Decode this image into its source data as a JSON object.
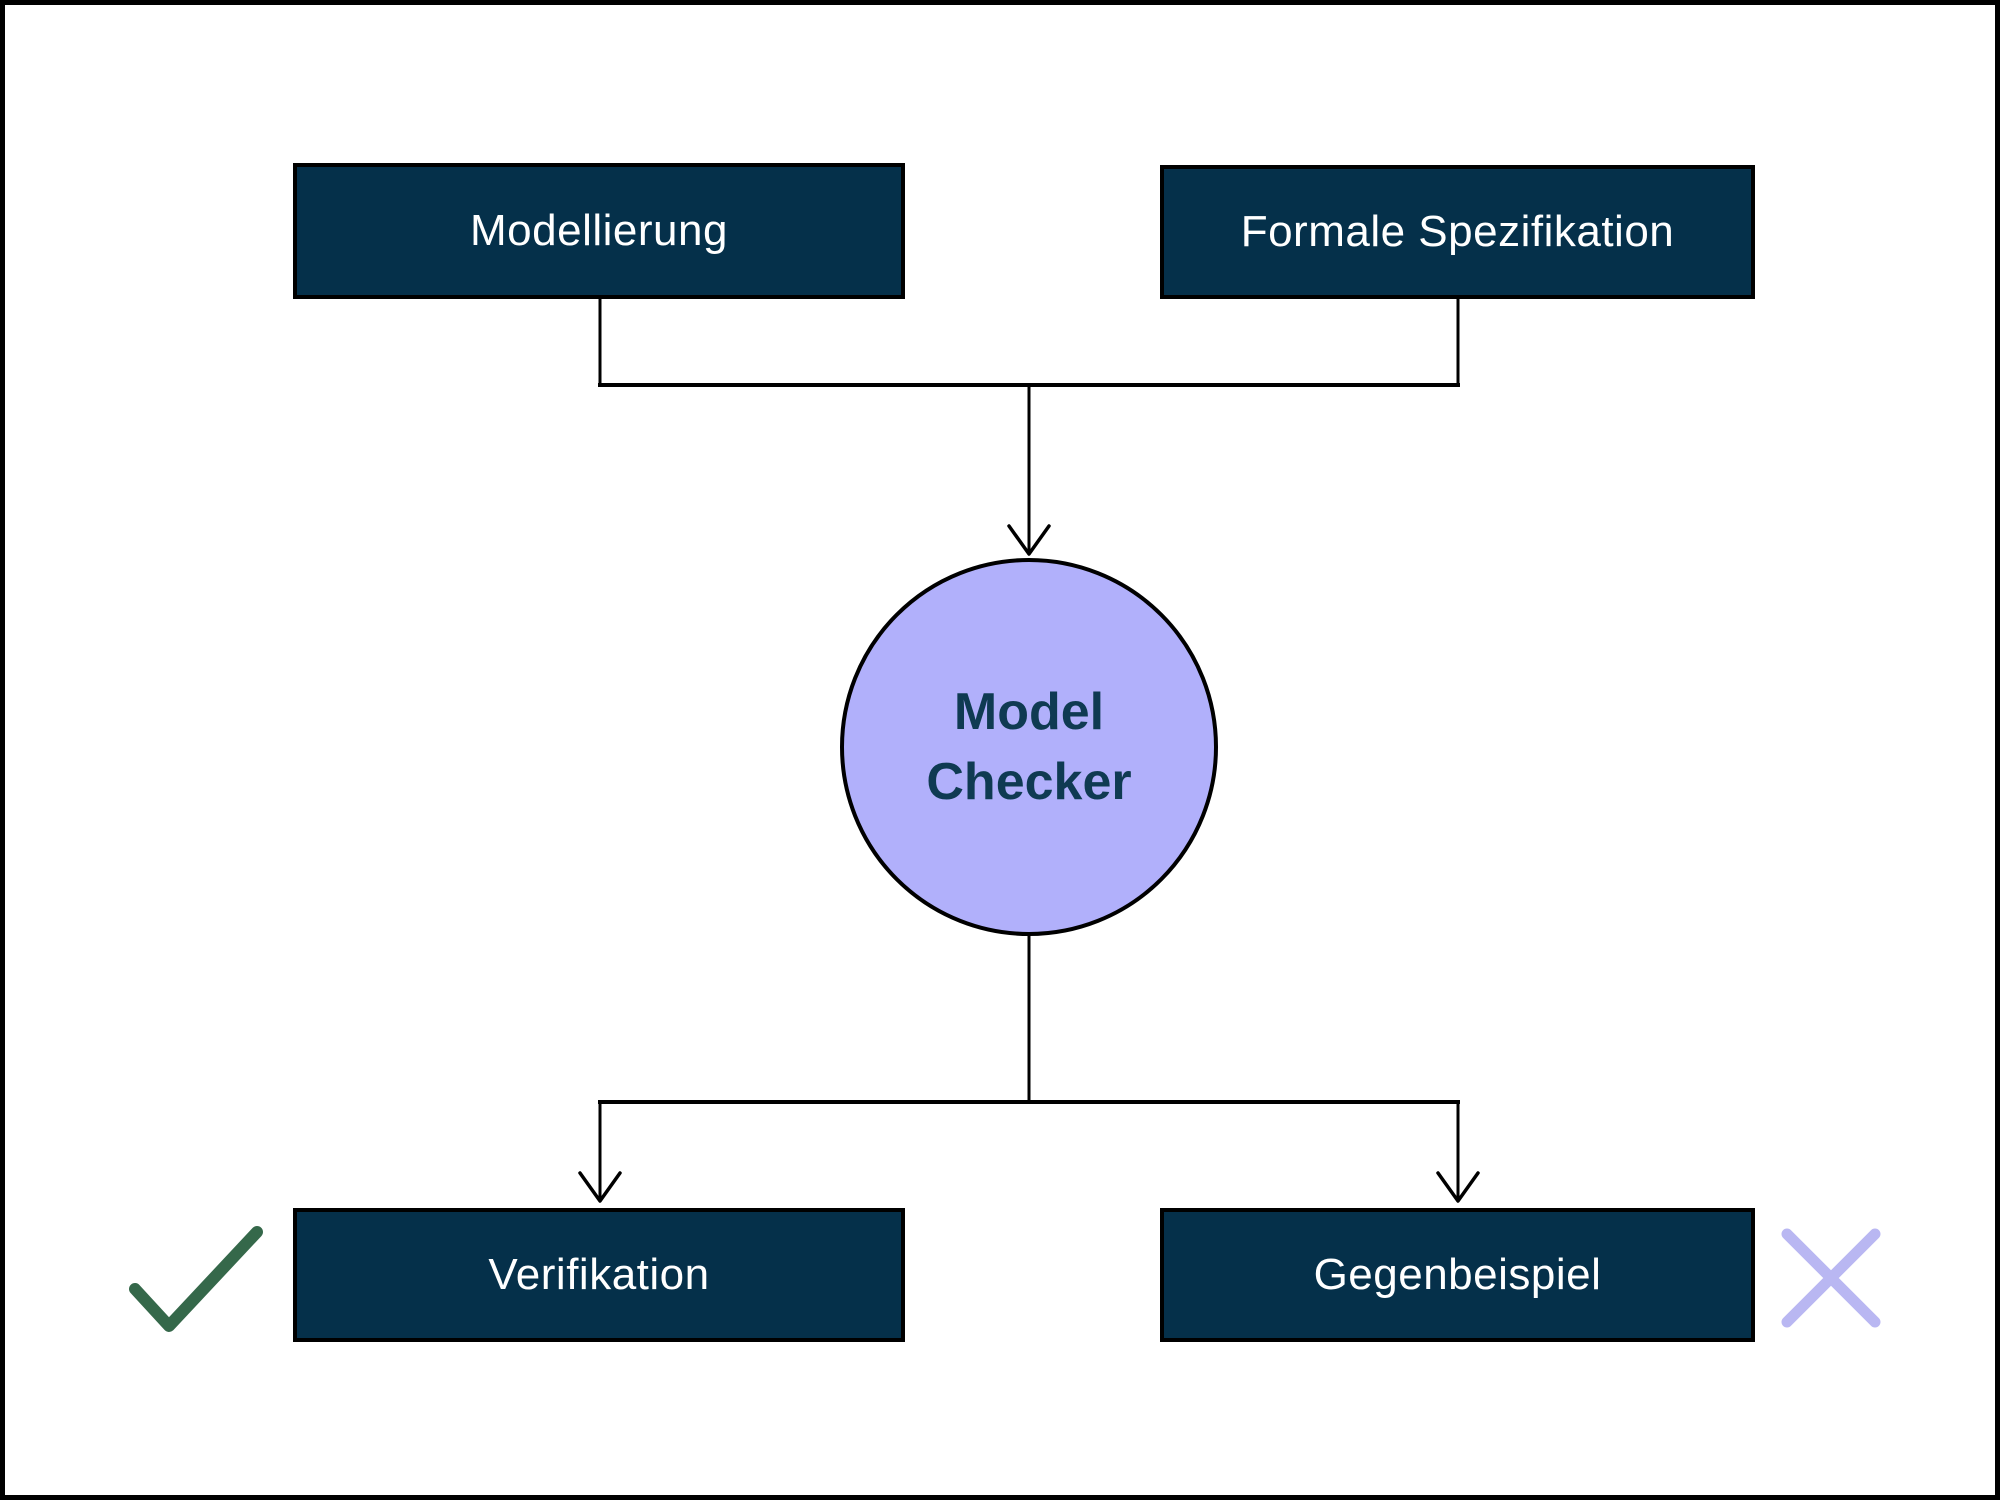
{
  "colors": {
    "background": "#ffffff",
    "frame": "#000000",
    "connector": "#000000",
    "node_fill": "#05304a",
    "node_border": "#000000",
    "node_text": "#ffffff",
    "circle_fill": "#b1b0fb",
    "circle_text": "#0f3a52",
    "check_green": "#35684a",
    "cross_lavender": "#b9b7f2"
  },
  "diagram": {
    "nodes": {
      "modellierung": {
        "label": "Modellierung"
      },
      "formale_spezifikation": {
        "label": "Formale Spezifikation"
      },
      "model_checker": {
        "label": "Model Checker",
        "label_line1": "Model",
        "label_line2": "Checker"
      },
      "verifikation": {
        "label": "Verifikation"
      },
      "gegenbeispiel": {
        "label": "Gegenbeispiel"
      }
    },
    "icons": {
      "verifikation_result": "check-icon",
      "gegenbeispiel_result": "cross-icon"
    },
    "edges": [
      {
        "from": "Modellierung",
        "to": "Model Checker"
      },
      {
        "from": "Formale Spezifikation",
        "to": "Model Checker"
      },
      {
        "from": "Model Checker",
        "to": "Verifikation"
      },
      {
        "from": "Model Checker",
        "to": "Gegenbeispiel"
      }
    ]
  }
}
